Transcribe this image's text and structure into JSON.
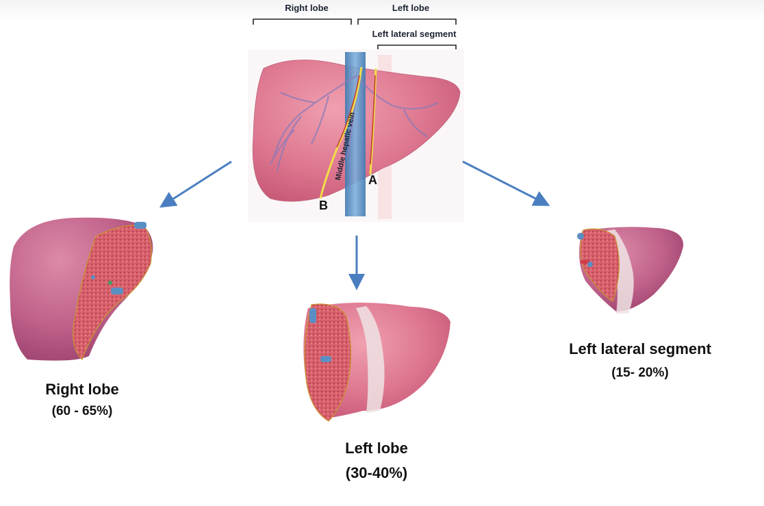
{
  "top_diagram": {
    "bracket_labels": {
      "right_lobe": "Right lobe",
      "left_lobe": "Left lobe",
      "left_lateral_segment": "Left lateral segment"
    },
    "vein_label": "Middle hepatic vein",
    "line_labels": {
      "a": "A",
      "b": "B"
    }
  },
  "grafts": [
    {
      "name": "Right lobe",
      "percent": "(60 - 65%)"
    },
    {
      "name": "Left lobe",
      "percent": "(30-40%)"
    },
    {
      "name": "Left lateral segment",
      "percent": "(15- 20%)"
    }
  ],
  "colors": {
    "liver": "#d96a85",
    "liver_dark": "#b8486a",
    "cut_surface": "#d9606a",
    "vein": "#5a8fc4",
    "arrow": "#4a7ec0",
    "resection_line_outer": "#f2df4a",
    "resection_line_inner": "#c0392b"
  }
}
